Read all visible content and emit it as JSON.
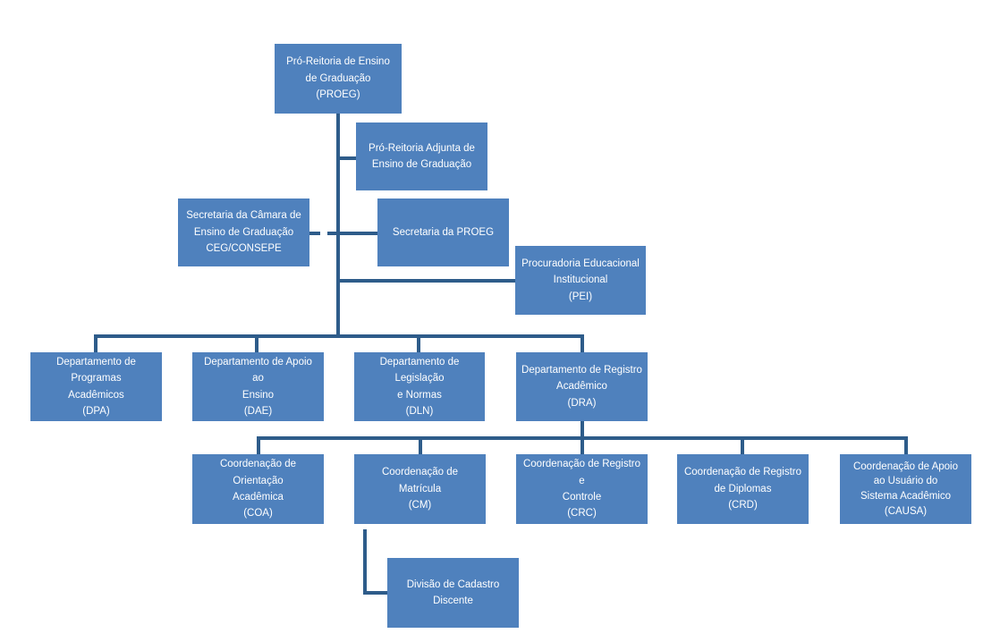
{
  "diagram": {
    "accent_color": "#4F81BD",
    "line_color": "#2E5C8A",
    "nodes": {
      "proeg": {
        "lines": [
          "Pró-Reitoria de Ensino",
          "de Graduação",
          "(PROEG)"
        ]
      },
      "adjunta": {
        "lines": [
          "Pró-Reitoria Adjunta de",
          "Ensino de Graduação"
        ]
      },
      "camara": {
        "lines": [
          "Secretaria da Câmara de",
          "Ensino de Graduação",
          "CEG/CONSEPE"
        ]
      },
      "secretaria": {
        "lines": [
          "Secretaria da PROEG"
        ]
      },
      "procuradoria": {
        "lines": [
          "Procuradoria Educacional",
          "Institucional",
          "(PEI)"
        ]
      },
      "dpa": {
        "lines": [
          "Departamento de Programas",
          "Acadêmicos",
          "(DPA)"
        ]
      },
      "dae": {
        "lines": [
          "Departamento de Apoio ao",
          "Ensino",
          "(DAE)"
        ]
      },
      "dln": {
        "lines": [
          "Departamento de Legislação",
          "e Normas",
          "(DLN)"
        ]
      },
      "dra": {
        "lines": [
          "Departamento de Registro",
          "Acadêmico",
          "(DRA)"
        ]
      },
      "coa": {
        "lines": [
          "Coordenação de Orientação",
          "Acadêmica",
          "(COA)"
        ]
      },
      "cm": {
        "lines": [
          "Coordenação de Matrícula",
          "(CM)"
        ]
      },
      "crc": {
        "lines": [
          "Coordenação de Registro e",
          "Controle",
          "(CRC)"
        ]
      },
      "crd": {
        "lines": [
          "Coordenação de Registro",
          "de Diplomas",
          "(CRD)"
        ]
      },
      "causa": {
        "lines": [
          "Coordenação de Apoio",
          "ao Usuário do",
          "Sistema Acadêmico",
          "(CAUSA)"
        ]
      },
      "cadastro": {
        "lines": [
          "Divisão de Cadastro Discente"
        ]
      }
    }
  }
}
